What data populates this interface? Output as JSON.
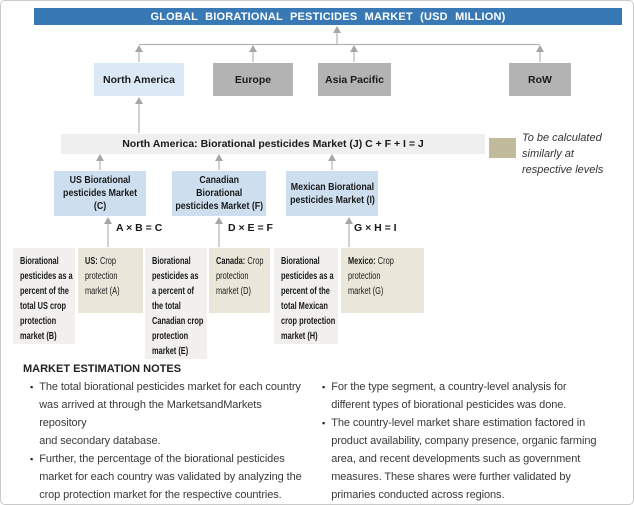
{
  "title": "GLOBAL BIORATIONAL PESTICIDES MARKET (USD MILLION)",
  "regions": [
    {
      "label": "North America"
    },
    {
      "label": "Europe"
    },
    {
      "label": "Asia Pacific"
    },
    {
      "label": "RoW"
    }
  ],
  "rollup": {
    "label": "North America: Biorational pesticides Market (J) C + F + I = J"
  },
  "legend": {
    "note": "To be calculated\nsimilarly at\nrespective levels"
  },
  "countries": [
    {
      "label": "US Biorational\npesticides Market\n(C)",
      "formula": "A × B = C"
    },
    {
      "label": "Canadian\nBiorational\npesticides Market (F)",
      "formula": "D × E = F"
    },
    {
      "label": "Mexican Biorational\npesticides Market (I)",
      "formula": "G × H = I"
    }
  ],
  "inputs": [
    {
      "text": "Biorational\npesticides as a\npercent of the\ntotal US crop\nprotection\nmarket (B)"
    },
    {
      "prefix": "US:",
      "text": "Crop\nprotection\nmarket (A)"
    },
    {
      "text": "Biorational\npesticides as\na percent of\nthe total\nCanadian crop\nprotection\nmarket (E)"
    },
    {
      "prefix": "Canada:",
      "text": "Crop\nprotection\nmarket (D)"
    },
    {
      "text": "Biorational\npesticides as a\npercent of the\ntotal Mexican\ncrop protection\nmarket (H)"
    },
    {
      "prefix": "Mexico:",
      "text": "Crop\nprotection\nmarket (G)"
    }
  ],
  "notes": {
    "title": "MARKET ESTIMATION NOTES",
    "bullet": "▪",
    "left": [
      "The total biorational pesticides market for each country\nwas arrived at through the MarketsandMarkets\nrepository\nand secondary database.",
      "Further, the percentage of the biorational pesticides\nmarket for each country was validated by analyzing the\ncrop protection market for the respective countries."
    ],
    "right": [
      "For the type segment, a country-level analysis for\ndifferent types of biorational pesticides was done.",
      "The country-level market share estimation factored in\nproduct availability, company presence, organic farming\narea, and recent developments such as government\nmeasures. These shares were further validated by\nprimaries conducted across regions."
    ]
  },
  "colors": {
    "header_blue": "#3878b4",
    "region_highlight": "#dbe8f5",
    "region_gray": "#b3b3b3",
    "rollup_gray": "#efefef",
    "country_blue": "#cddfef",
    "input_gray": "#f1f0ee",
    "input_tan": "#eae7da",
    "legend_tan": "#c2bb9b"
  }
}
